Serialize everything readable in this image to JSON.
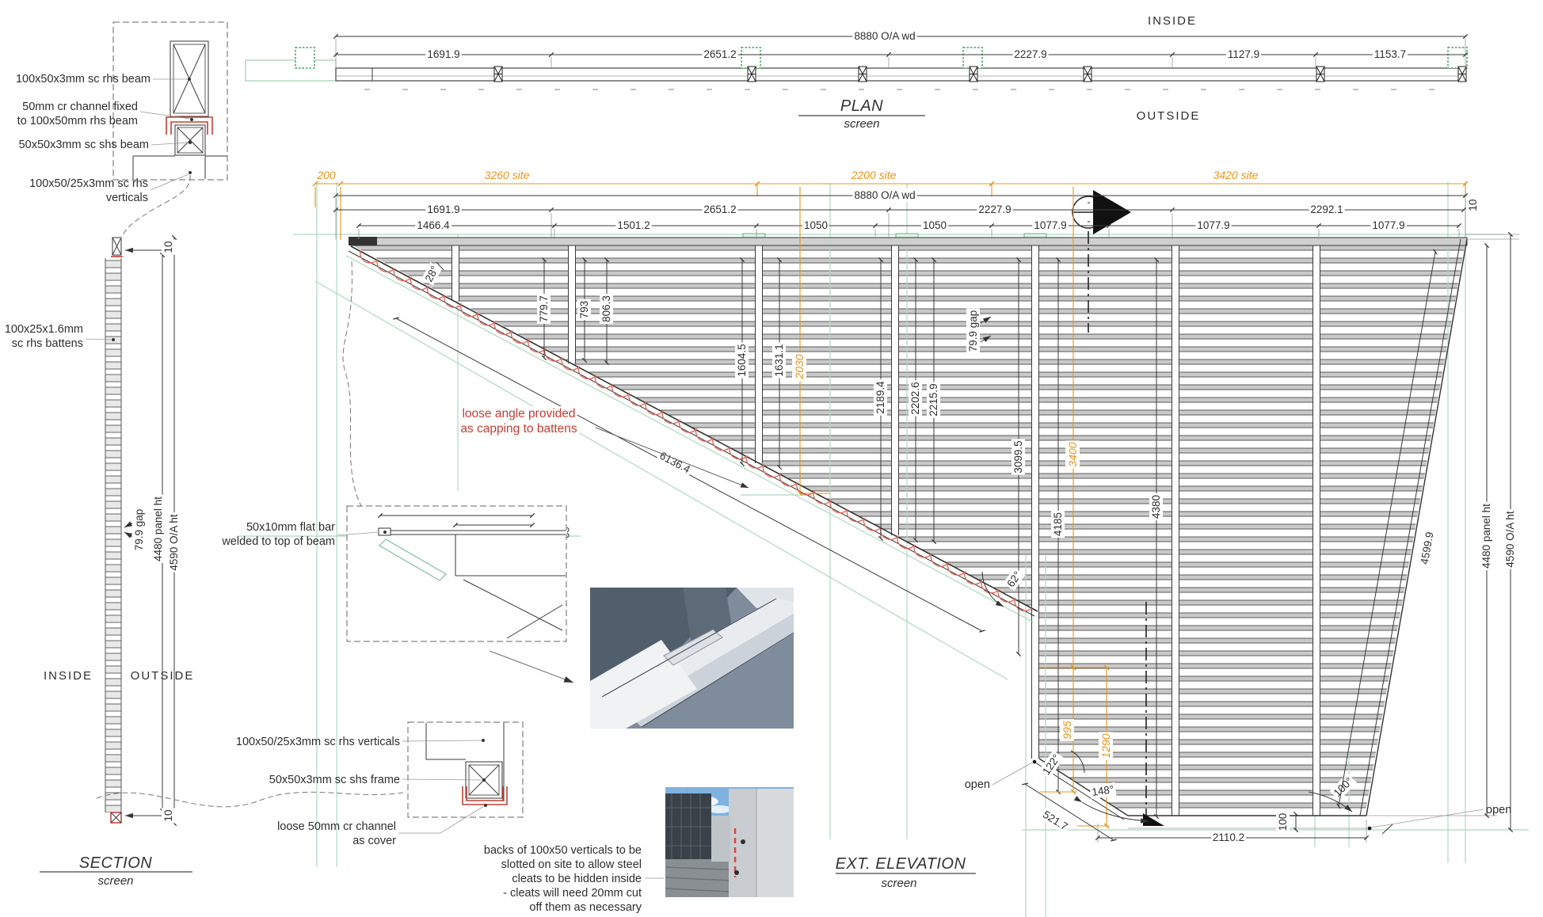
{
  "titles": {
    "plan": "PLAN",
    "plan_sub": "screen",
    "section": "SECTION",
    "section_sub": "screen",
    "elevation": "EXT. ELEVATION",
    "elevation_sub": "screen"
  },
  "plan": {
    "inside": "INSIDE",
    "outside": "OUTSIDE",
    "overall": "8880 O/A wd",
    "segments": [
      "1691.9",
      "2651.2",
      "2227.9",
      "1127.9",
      "1153.7"
    ]
  },
  "section": {
    "inside": "INSIDE",
    "outside": "OUTSIDE",
    "dim_top": "10",
    "dim_bottom": "10",
    "gap": "79.9 gap",
    "panel_ht": "4480 panel ht",
    "oa_ht": "4590 O/A ht",
    "battens_label_1": "100x25x1.6mm",
    "battens_label_2": "sc rhs battens"
  },
  "elevation": {
    "site_dims": [
      "200",
      "3260 site",
      "2200 site",
      "3420 site"
    ],
    "overall": "8880 O/A wd",
    "row2": [
      "1691.9",
      "2651.2",
      "2227.9",
      "2292.1"
    ],
    "row3": [
      "1466.4",
      "1501.2",
      "1050",
      "1050",
      "1077.9",
      "1077.9",
      "1077.9"
    ],
    "vdims": [
      "779.7",
      "793",
      "806.3",
      "1604.5",
      "1631.1",
      "2189.4",
      "2202.6",
      "2215.9",
      "3099.5",
      "4185",
      "4380"
    ],
    "orange_dims": [
      "2030",
      "3400",
      "995",
      "1290"
    ],
    "gap": "79.9 gap",
    "angle_28": "28°",
    "angle_62": "62°",
    "angle_122": "122°",
    "angle_148": "148°",
    "angle_100": "100°",
    "diagonal_dim": "6136.4",
    "slant_dim": "4599.9",
    "panel_ht": "4480 panel ht",
    "oa_ht": "4590 O/A ht",
    "dim_10": "10",
    "bottom_dims": {
      "slope": "521.7",
      "width": "2110.2",
      "step": "100"
    },
    "open_left": "open",
    "open_right": "open",
    "capping_note_1": "loose angle provided",
    "capping_note_2": "as capping to battens"
  },
  "callouts": {
    "beam": "100x50x3mm sc rhs beam",
    "channel_1": "50mm cr channel fixed",
    "channel_2": "to 100x50mm rhs beam",
    "shs_beam": "50x50x3mm sc shs beam",
    "verticals_1": "100x50/25x3mm sc rhs",
    "verticals_2": "verticals",
    "flat_bar_1": "50x10mm flat bar",
    "flat_bar_2": "welded to top of beam",
    "verticals_full": "100x50/25x3mm sc rhs verticals",
    "shs_frame": "50x50x3mm sc shs frame",
    "cover_1": "loose 50mm cr channel",
    "cover_2": "as cover"
  },
  "site_note": [
    "backs of 100x50 verticals to be",
    "slotted on site to allow steel",
    "cleats to be hidden inside",
    "- cleats will need 20mm cut",
    "off them as necessary"
  ],
  "colors": {
    "accent_orange": "#E8941A",
    "accent_red": "#C24036",
    "accent_green": "#57AD74",
    "line": "#3a3a3a"
  }
}
